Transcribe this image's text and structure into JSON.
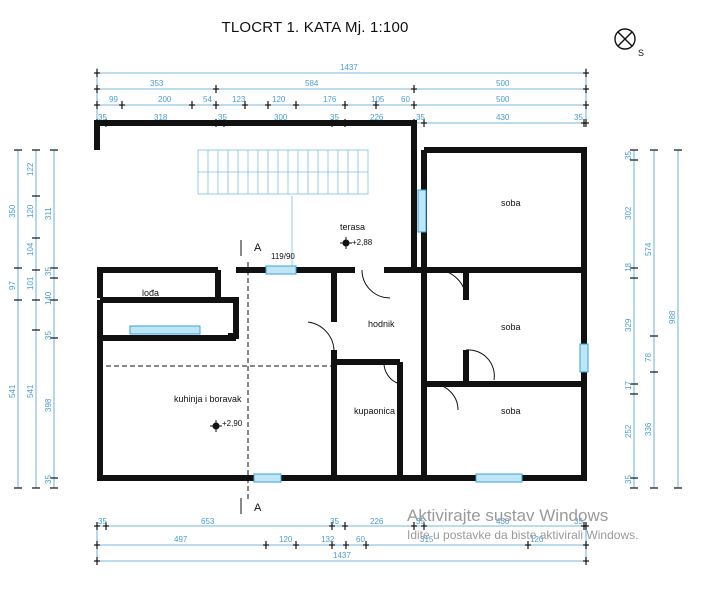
{
  "title": "TLOCRT 1. KATA Mj. 1:100",
  "compass_label": "S",
  "rooms": {
    "soba_top": "soba",
    "soba_mid": "soba",
    "soba_bottom": "soba",
    "terasa": "terasa",
    "lodja": "lođa",
    "hodnik": "hodnik",
    "kuhinja": "kuhinja i boravak",
    "kupaonica": "kupaonica"
  },
  "elevations": {
    "terasa": "+2,88",
    "kuhinja": "+2,90"
  },
  "window_note": "119/90",
  "section_marks": {
    "top": "A",
    "bottom": "A"
  },
  "dims_top": {
    "row1": [
      "1437"
    ],
    "row2": [
      "353",
      "584",
      "500"
    ],
    "row3": [
      "99",
      "200",
      "54",
      "123",
      "120",
      "176",
      "105",
      "60",
      "500"
    ],
    "row4": [
      "35",
      "318",
      "35",
      "300",
      "35",
      "226",
      "35",
      "430",
      "35"
    ]
  },
  "dims_bottom": {
    "row1": [
      "35",
      "653",
      "35",
      "226",
      "35",
      "430",
      "35"
    ],
    "row2": [
      "497",
      "120",
      "132",
      "60",
      "315",
      "120"
    ],
    "row3": [
      "1437"
    ]
  },
  "dims_left": {
    "col1": [
      "350",
      "97",
      "541"
    ],
    "col2": [
      "122",
      "120",
      "104",
      "101",
      "140",
      "541"
    ],
    "col3": [
      "311",
      "35",
      "35",
      "398",
      "35"
    ]
  },
  "dims_right": {
    "col1": [
      "35",
      "302",
      "18",
      "329",
      "17",
      "252",
      "35"
    ],
    "col2": [
      "574",
      "78",
      "336"
    ],
    "col3": [
      "988"
    ]
  },
  "watermark": {
    "line1": "Aktivirajte sustav Windows",
    "line2": "Idite u postavke da biste aktivirali Windows."
  }
}
